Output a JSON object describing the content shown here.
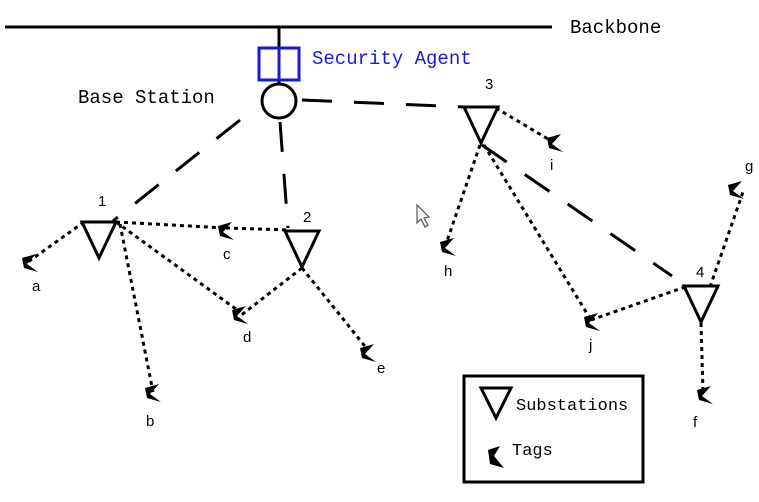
{
  "labels": {
    "backbone": "Backbone",
    "security_agent": "Security Agent",
    "base_station": "Base Station"
  },
  "substations": [
    "1",
    "2",
    "3",
    "4"
  ],
  "tags": [
    "a",
    "b",
    "c",
    "d",
    "e",
    "f",
    "g",
    "h",
    "i",
    "j"
  ],
  "legend": {
    "substations": "Substations",
    "tags": "Tags"
  },
  "colors": {
    "security_agent": "#1a1ad6",
    "lines": "#000000"
  }
}
